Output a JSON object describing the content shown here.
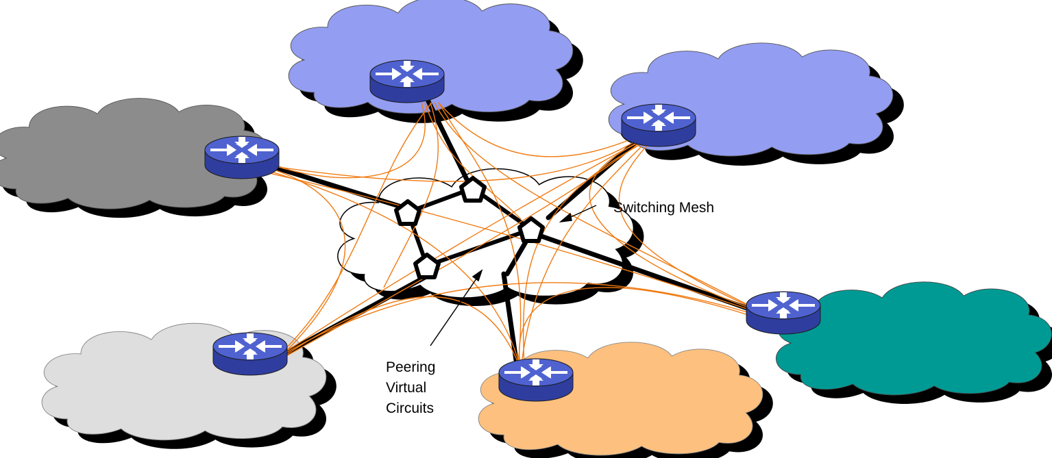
{
  "labels": {
    "switching_mesh": "Switching Mesh",
    "peering_virtual_circuits": [
      "Peering",
      "Virtual",
      "Circuits"
    ]
  },
  "colors": {
    "cloud_top": "#939DF1",
    "cloud_top_right": "#939DF1",
    "cloud_left": "#8C8C8C",
    "cloud_bottom_left": "#DEDEDE",
    "cloud_bottom_center": "#FEC07E",
    "cloud_right": "#009A94",
    "cloud_shadow": "#000000",
    "virtual_circuit": "#F07A10",
    "router_body": "#4A5CC8",
    "router_arrow": "#FFFFFF"
  },
  "icons": {
    "router": "router-icon",
    "switch": "pentagon-switch-icon"
  }
}
